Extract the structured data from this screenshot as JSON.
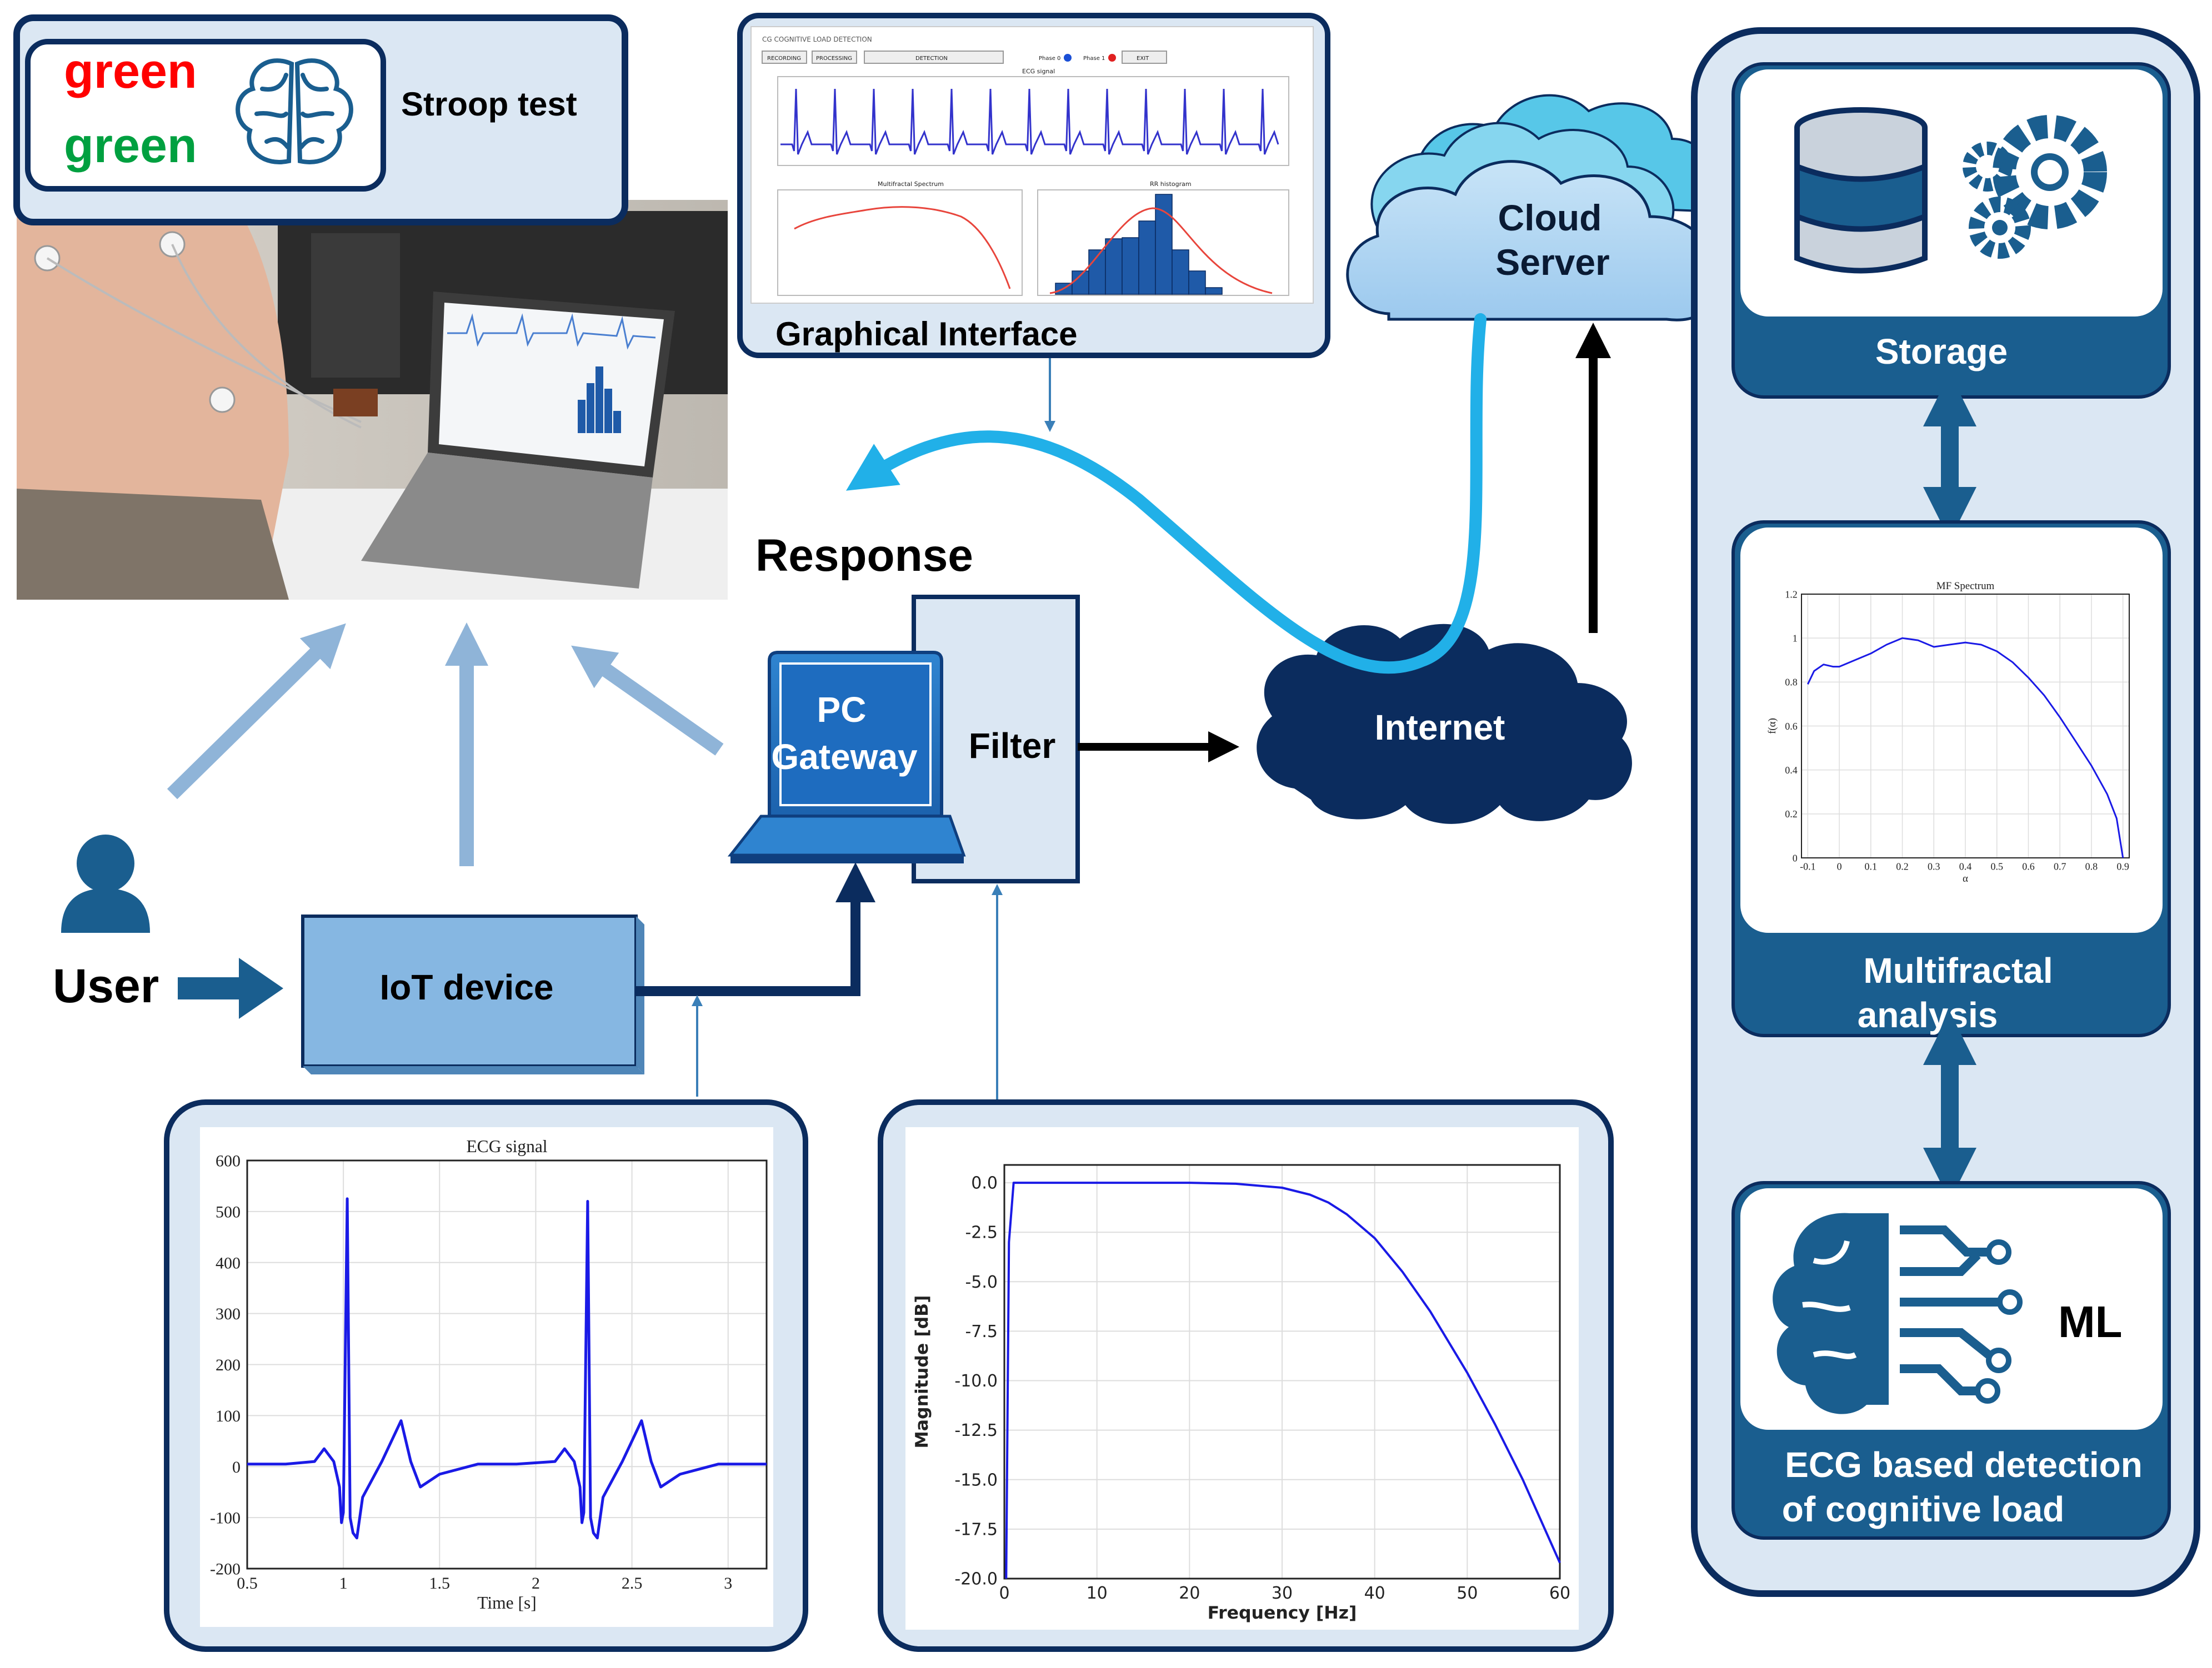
{
  "stroop": {
    "word1": "green",
    "word2": "green",
    "word1_color": "#ff0000",
    "word2_color": "#00a040",
    "label": "Stroop test",
    "icon": "brain-icon"
  },
  "gui": {
    "label": "Graphical Interface",
    "window_title": "CG COGNITIVE LOAD DETECTION",
    "buttons": [
      "RECORDING",
      "PROCESSING",
      "DETECTION",
      "EXIT"
    ],
    "status_labels": [
      "Phase 0",
      "Phase 1"
    ],
    "panel_titles": [
      "ECG signal",
      "Multifractal Spectrum",
      "RR histogram"
    ]
  },
  "response": {
    "label": "Response"
  },
  "cloud": {
    "line1": "Cloud",
    "line2": "Server"
  },
  "internet": {
    "label": "Internet"
  },
  "pc": {
    "line1": "PC",
    "line2": "Gateway"
  },
  "filter": {
    "label": "Filter"
  },
  "user": {
    "label": "User",
    "icon": "user-icon"
  },
  "iot": {
    "label": "IoT device"
  },
  "storage": {
    "label": "Storage",
    "icons": [
      "database-icon",
      "gears-icon"
    ]
  },
  "multifractal": {
    "line1": "Multifractal",
    "line2": "analysis"
  },
  "ml": {
    "label": "ML",
    "line1": "ECG based detection",
    "line2": "of cognitive load",
    "icon": "brain-circuit-icon"
  },
  "colors": {
    "navy": "#0b2c5e",
    "blue": "#1a5e8f",
    "light_panel": "#dbe7f3",
    "arrow_light": "#8fb4d8",
    "cyan": "#21b0e8",
    "iot_fill": "#86b7e2"
  },
  "chart_data": [
    {
      "type": "line",
      "title": "ECG signal",
      "xlabel": "Time [s]",
      "ylabel": "",
      "xlim": [
        0.5,
        3.2
      ],
      "ylim": [
        -200,
        600
      ],
      "xticks": [
        "0.5",
        "1",
        "1.5",
        "2",
        "2.5",
        "3"
      ],
      "yticks": [
        "600",
        "500",
        "400",
        "300",
        "200",
        "100",
        "0",
        "-100",
        "-200"
      ],
      "grid": true,
      "x": [
        0.5,
        0.7,
        0.85,
        0.9,
        0.95,
        0.98,
        0.99,
        1.0,
        1.02,
        1.035,
        1.05,
        1.07,
        1.1,
        1.2,
        1.3,
        1.35,
        1.4,
        1.5,
        1.7,
        1.9,
        2.1,
        2.15,
        2.2,
        2.23,
        2.24,
        2.25,
        2.27,
        2.285,
        2.3,
        2.32,
        2.35,
        2.45,
        2.55,
        2.6,
        2.65,
        2.75,
        2.95,
        3.2
      ],
      "y": [
        5,
        5,
        10,
        35,
        10,
        -40,
        -110,
        -90,
        525,
        -100,
        -130,
        -140,
        -60,
        10,
        90,
        10,
        -40,
        -15,
        5,
        5,
        10,
        35,
        10,
        -40,
        -110,
        -90,
        520,
        -100,
        -130,
        -140,
        -60,
        10,
        90,
        10,
        -40,
        -15,
        5,
        5
      ]
    },
    {
      "type": "line",
      "title": "",
      "xlabel": "Frequency [Hz]",
      "ylabel": "Magnitude [dB]",
      "xlim": [
        0,
        60
      ],
      "ylim": [
        -20,
        0.9
      ],
      "xticks": [
        "0",
        "10",
        "20",
        "30",
        "40",
        "50",
        "60"
      ],
      "yticks": [
        "0.0",
        "-2.5",
        "-5.0",
        "-7.5",
        "-10.0",
        "-12.5",
        "-15.0",
        "-17.5",
        "-20.0"
      ],
      "grid": true,
      "x": [
        0.2,
        0.5,
        1,
        5,
        10,
        20,
        25,
        30,
        33,
        35,
        37,
        40,
        43,
        46,
        50,
        53,
        56,
        60
      ],
      "y": [
        -20,
        -3,
        0,
        0,
        0,
        0,
        -0.05,
        -0.25,
        -0.6,
        -1.0,
        -1.6,
        -2.8,
        -4.5,
        -6.5,
        -9.6,
        -12.2,
        -15.0,
        -19.2
      ]
    },
    {
      "type": "line",
      "title": "MF Spectrum",
      "xlabel": "α",
      "ylabel": "f(α)",
      "xlim": [
        -0.12,
        0.92
      ],
      "ylim": [
        0,
        1.2
      ],
      "xticks": [
        "-0.1",
        "0",
        "0.1",
        "0.2",
        "0.3",
        "0.4",
        "0.5",
        "0.6",
        "0.7",
        "0.8",
        "0.9"
      ],
      "yticks": [
        "1.2",
        "1",
        "0.8",
        "0.6",
        "0.4",
        "0.2",
        "0"
      ],
      "grid": true,
      "x": [
        -0.1,
        -0.08,
        -0.05,
        -0.02,
        0.0,
        0.05,
        0.1,
        0.15,
        0.2,
        0.25,
        0.3,
        0.35,
        0.4,
        0.45,
        0.5,
        0.55,
        0.6,
        0.65,
        0.7,
        0.75,
        0.8,
        0.85,
        0.88,
        0.9
      ],
      "y": [
        0.79,
        0.85,
        0.88,
        0.87,
        0.87,
        0.9,
        0.93,
        0.97,
        1.0,
        0.99,
        0.96,
        0.97,
        0.98,
        0.97,
        0.94,
        0.89,
        0.82,
        0.74,
        0.64,
        0.53,
        0.42,
        0.29,
        0.18,
        0.0
      ]
    }
  ]
}
